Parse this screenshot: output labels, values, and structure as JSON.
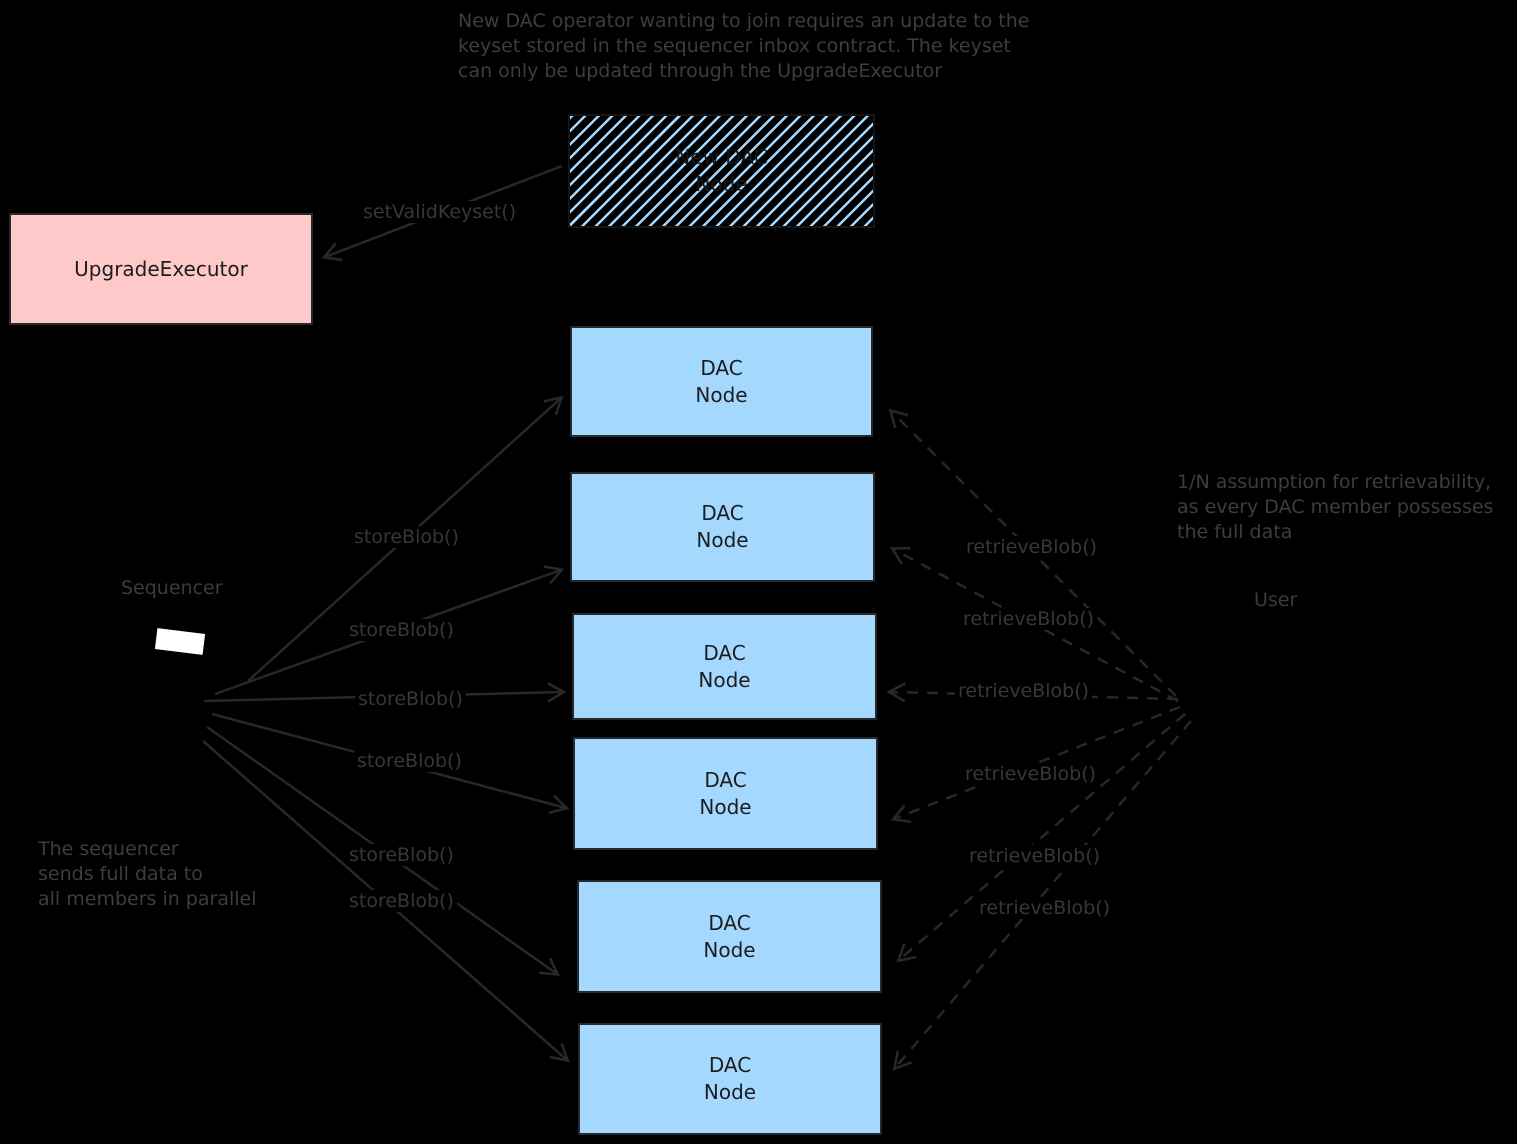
{
  "colors": {
    "background": "#000000",
    "dac_node_fill": "#a5d8ff",
    "upgrade_executor_fill": "#ffc9c9",
    "hatch_stripe": "#a5d8ff",
    "box_text": "#1b1d1e",
    "annotation_text": "#3a3e41",
    "arrow_stroke": "#26282a",
    "sequencer_screen": "#ffffff"
  },
  "annotations": {
    "top": {
      "lines": [
        "New DAC operator wanting to join requires an update to the",
        "keyset stored in the sequencer inbox contract. The keyset",
        "can only be updated through the UpgradeExecutor"
      ]
    },
    "right": {
      "lines": [
        "1/N assumption for retrievability,",
        "as every DAC member possesses",
        "the full data"
      ]
    },
    "left": {
      "lines": [
        "The sequencer",
        "sends full data to",
        "all members in parallel"
      ]
    }
  },
  "nodes": {
    "upgrade_executor": {
      "label": "UpgradeExecutor"
    },
    "new_dac_node": {
      "line1": "New DAC",
      "line2": "Node"
    },
    "dac_node": {
      "line1": "DAC",
      "line2": "Node"
    },
    "sequencer": {
      "label": "Sequencer"
    },
    "user": {
      "label": "User"
    }
  },
  "edge_labels": {
    "set_valid_keyset": "setValidKeyset()",
    "store_blob": "storeBlob()",
    "retrieve_blob": "retrieveBlob()"
  },
  "icons": {
    "sequencer_screen": "white-rotated-rectangle"
  }
}
